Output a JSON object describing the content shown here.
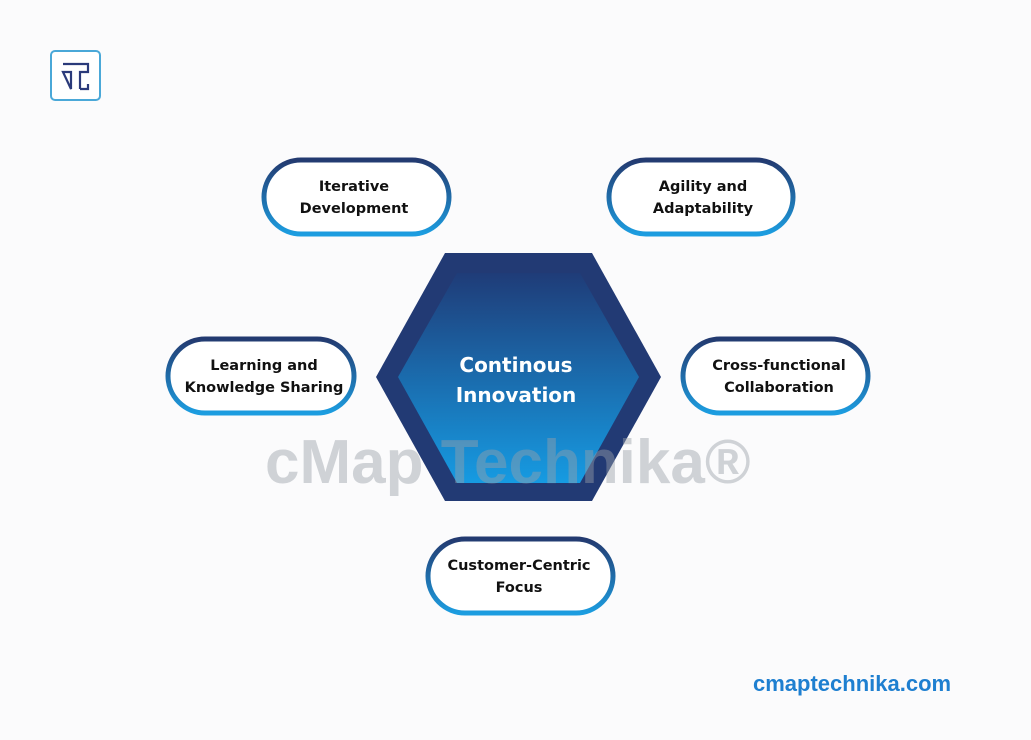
{
  "center": {
    "line1": "Continous",
    "line2": "Innovation"
  },
  "nodes": [
    {
      "line1": "Iterative",
      "line2": "Development"
    },
    {
      "line1": "Agility and",
      "line2": "Adaptability"
    },
    {
      "line1": "Learning and",
      "line2": "Knowledge Sharing"
    },
    {
      "line1": "Cross-functional",
      "line2": "Collaboration"
    },
    {
      "line1": "Customer-Centric",
      "line2": "Focus"
    }
  ],
  "watermark": "cMap Technika®",
  "website": "cmaptechnika.com",
  "colors": {
    "navy": "#213a72",
    "blue": "#1a9ae0",
    "link": "#1e7fd0"
  }
}
